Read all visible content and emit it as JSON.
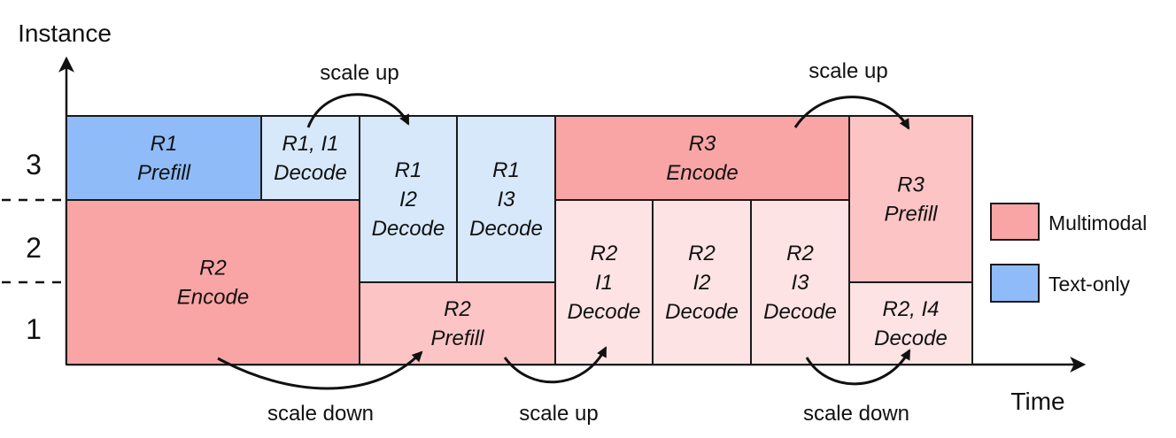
{
  "axes": {
    "y_label": "Instance",
    "x_label": "Time",
    "y_ticks": [
      "1",
      "2",
      "3"
    ]
  },
  "colors": {
    "multimodal_dark": "#f9a5a5",
    "multimodal_mid": "#fcc4c4",
    "multimodal_light": "#fde3e3",
    "text_dark": "#8fbcf8",
    "text_light": "#d6e8fa"
  },
  "legend": [
    {
      "label": "Multimodal",
      "color": "#f9a5a5"
    },
    {
      "label": "Text-only",
      "color": "#8fbcf8"
    }
  ],
  "blocks": [
    {
      "id": "r1-prefill",
      "lines": [
        "R1",
        "Prefill"
      ],
      "color": "text_dark"
    },
    {
      "id": "r1-i1-decode",
      "lines": [
        "R1, I1",
        "Decode"
      ],
      "color": "text_light"
    },
    {
      "id": "r1-i2-decode",
      "lines": [
        "R1",
        "I2",
        "Decode"
      ],
      "color": "text_light"
    },
    {
      "id": "r1-i3-decode",
      "lines": [
        "R1",
        "I3",
        "Decode"
      ],
      "color": "text_light"
    },
    {
      "id": "r3-encode",
      "lines": [
        "R3",
        "Encode"
      ],
      "color": "multimodal_dark"
    },
    {
      "id": "r3-prefill",
      "lines": [
        "R3",
        "Prefill"
      ],
      "color": "multimodal_mid"
    },
    {
      "id": "r2-encode",
      "lines": [
        "R2",
        "Encode"
      ],
      "color": "multimodal_dark"
    },
    {
      "id": "r2-prefill",
      "lines": [
        "R2",
        "Prefill"
      ],
      "color": "multimodal_mid"
    },
    {
      "id": "r2-i1-decode",
      "lines": [
        "R2",
        "I1",
        "Decode"
      ],
      "color": "multimodal_light"
    },
    {
      "id": "r2-i2-decode",
      "lines": [
        "R2",
        "I2",
        "Decode"
      ],
      "color": "multimodal_light"
    },
    {
      "id": "r2-i3-decode",
      "lines": [
        "R2",
        "I3",
        "Decode"
      ],
      "color": "multimodal_light"
    },
    {
      "id": "r2-i4-decode",
      "lines": [
        "R2, I4",
        "Decode"
      ],
      "color": "multimodal_light"
    }
  ],
  "annotations": [
    {
      "id": "scale-up-1",
      "text": "scale up"
    },
    {
      "id": "scale-up-2",
      "text": "scale up"
    },
    {
      "id": "scale-down-1",
      "text": "scale down"
    },
    {
      "id": "scale-up-3",
      "text": "scale up"
    },
    {
      "id": "scale-down-2",
      "text": "scale down"
    }
  ]
}
